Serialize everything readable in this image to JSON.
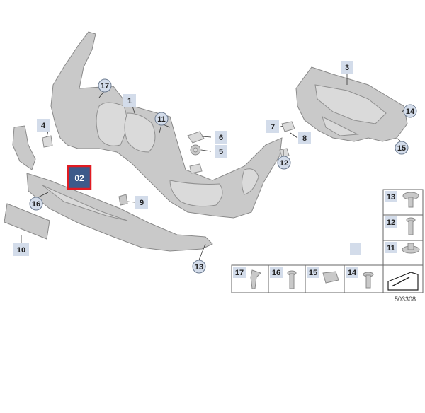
{
  "diagram_code": "503308",
  "highlight": {
    "label": "02",
    "color": "#3d5a8a",
    "border": "#e11b22"
  },
  "callouts": {
    "c1": "1",
    "c2": "3",
    "c3": "4",
    "c4": "5",
    "c5": "6",
    "c6": "7",
    "c7": "8",
    "c8": "9",
    "c9": "10",
    "c10": "11",
    "c11": "12",
    "c12": "13",
    "c13": "14",
    "c14": "15",
    "c15": "16",
    "c16": "17"
  }
}
